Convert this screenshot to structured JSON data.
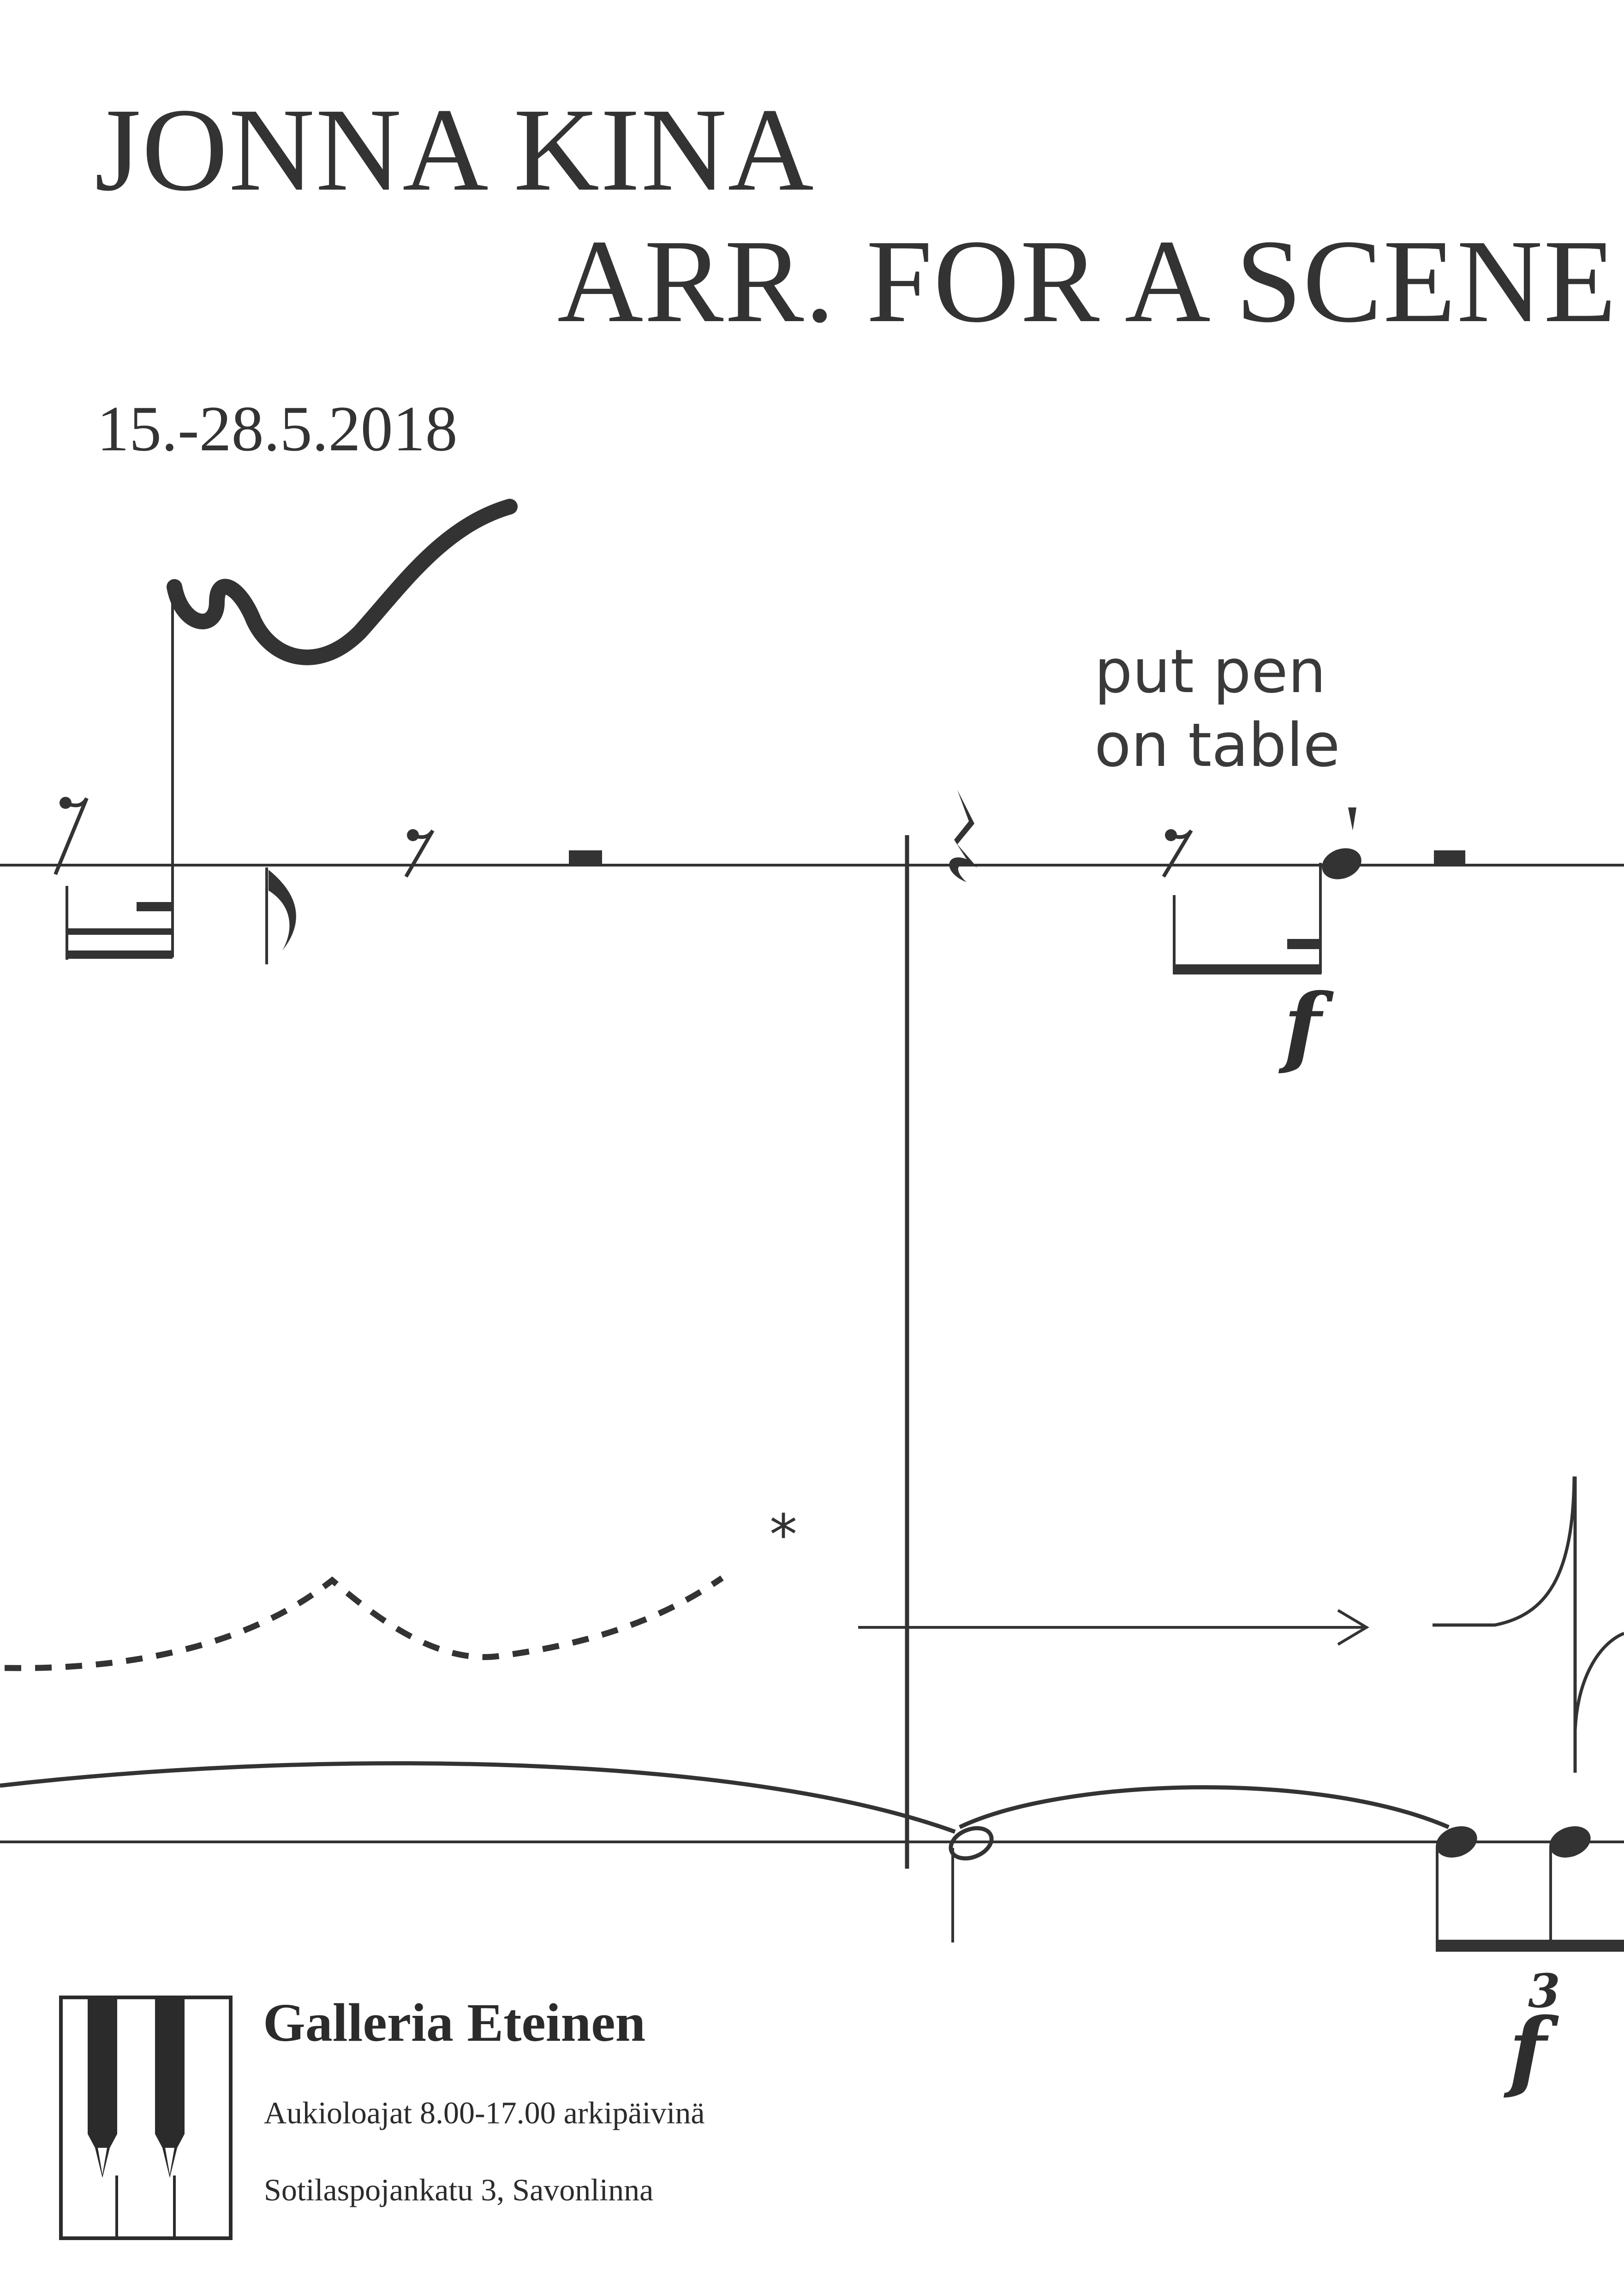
{
  "poster": {
    "artist": "JONNA KINA",
    "title": "ARR. FOR A SCENE",
    "dates": "15.-28.5.2018"
  },
  "score": {
    "instruction": [
      "put pen",
      "on table"
    ],
    "asterisk": "*",
    "dynamic_1": "f",
    "tuplet": "3",
    "dynamic_2": "f"
  },
  "venue": {
    "name": "Galleria Eteinen",
    "hours": "Aukioloajat 8.00-17.00 arkipäivinä",
    "address": "Sotilaspojankatu 3, Savonlinna"
  },
  "colors": {
    "ink": "#333333",
    "paper": "#ffffff"
  },
  "logo_icon": "piano-keys-icon"
}
